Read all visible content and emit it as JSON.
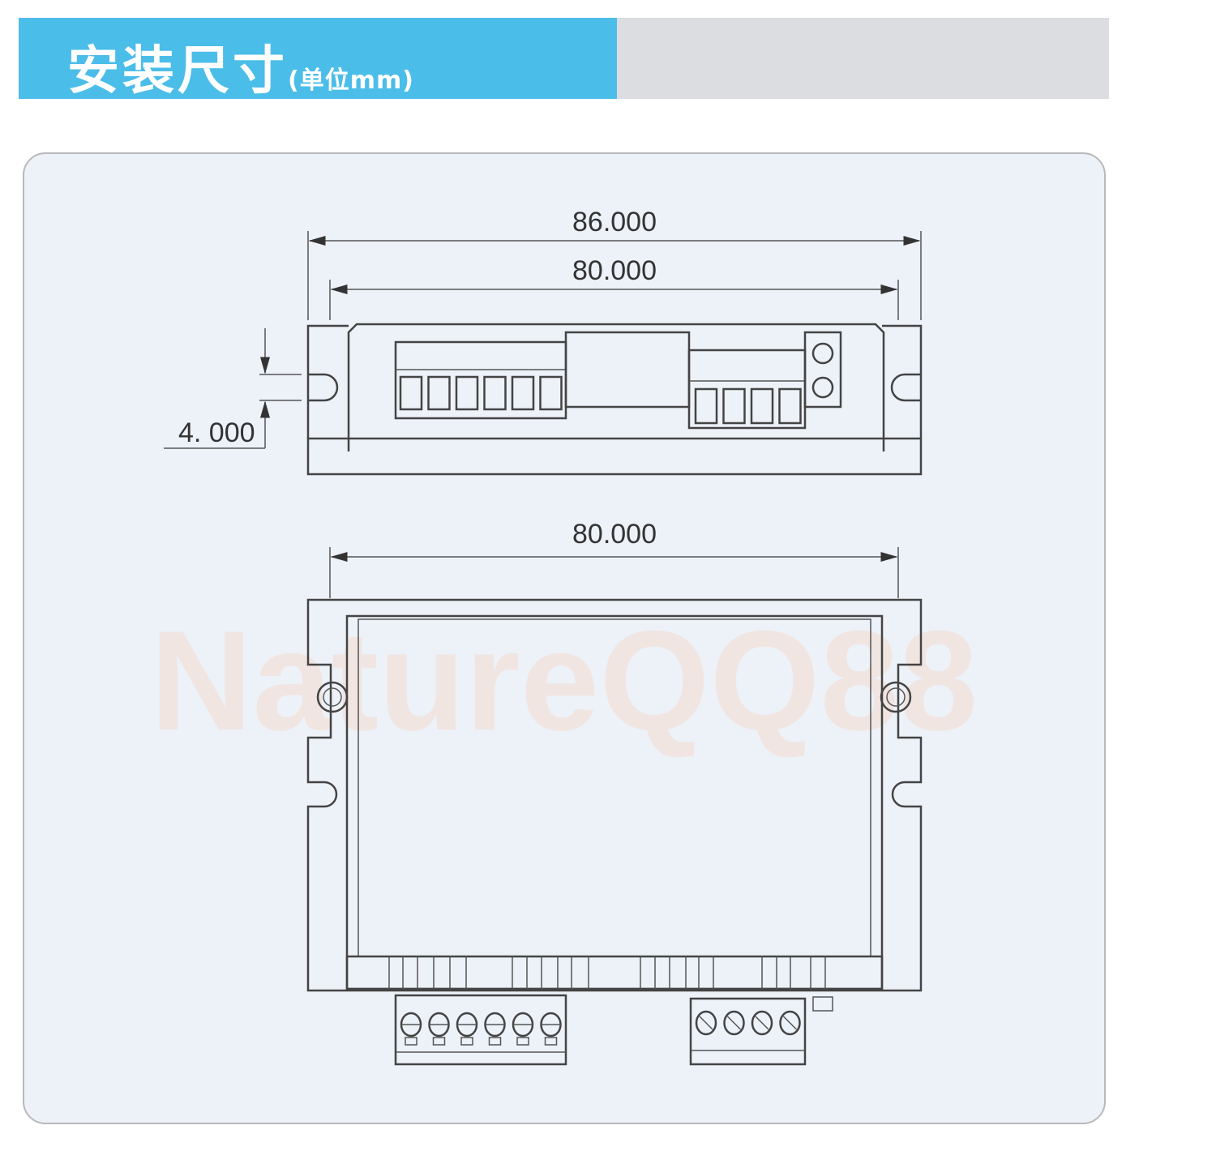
{
  "header": {
    "title": "安装尺寸",
    "unit": "(单位mm)"
  },
  "dimensions": {
    "top_overall": "86.000",
    "top_hole_pitch": "80.000",
    "slot_width": "4. 000",
    "bottom_hole_pitch": "80.000"
  },
  "watermark": "NatureQQ88",
  "connectors": {
    "signal_pins": 6,
    "power_pins": 4
  },
  "colors": {
    "header_blue": "#4bbde9",
    "header_gray": "#dcdde0",
    "panel_bg": "#edf1f8"
  }
}
